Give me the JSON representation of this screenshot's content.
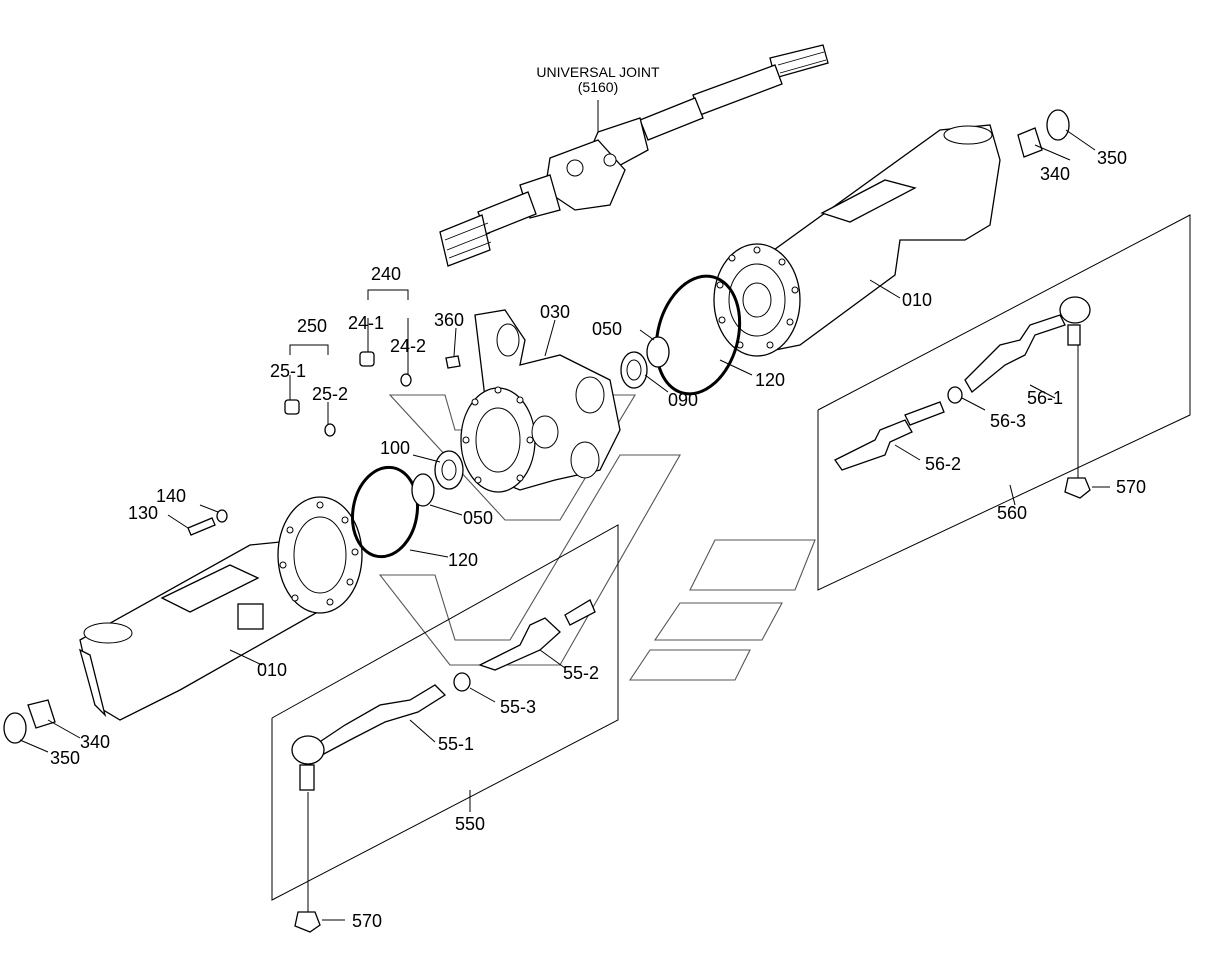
{
  "title": "UNIVERSAL JOINT",
  "subtitle": "(5160)",
  "labels": {
    "l340a": "340",
    "l350a": "350",
    "l010a": "010",
    "l240": "240",
    "l241": "24-1",
    "l242": "24-2",
    "l250": "250",
    "l251": "25-1",
    "l252": "25-2",
    "l360": "360",
    "l030": "030",
    "l050a": "050",
    "l090": "090",
    "l120a": "120",
    "l100": "100",
    "l050b": "050",
    "l120b": "120",
    "l140": "140",
    "l130": "130",
    "l010b": "010",
    "l340b": "340",
    "l350b": "350",
    "l561": "56-1",
    "l563": "56-3",
    "l562": "56-2",
    "l560": "560",
    "l570a": "570",
    "l552": "55-2",
    "l553": "55-3",
    "l551": "55-1",
    "l550": "550",
    "l570b": "570"
  }
}
